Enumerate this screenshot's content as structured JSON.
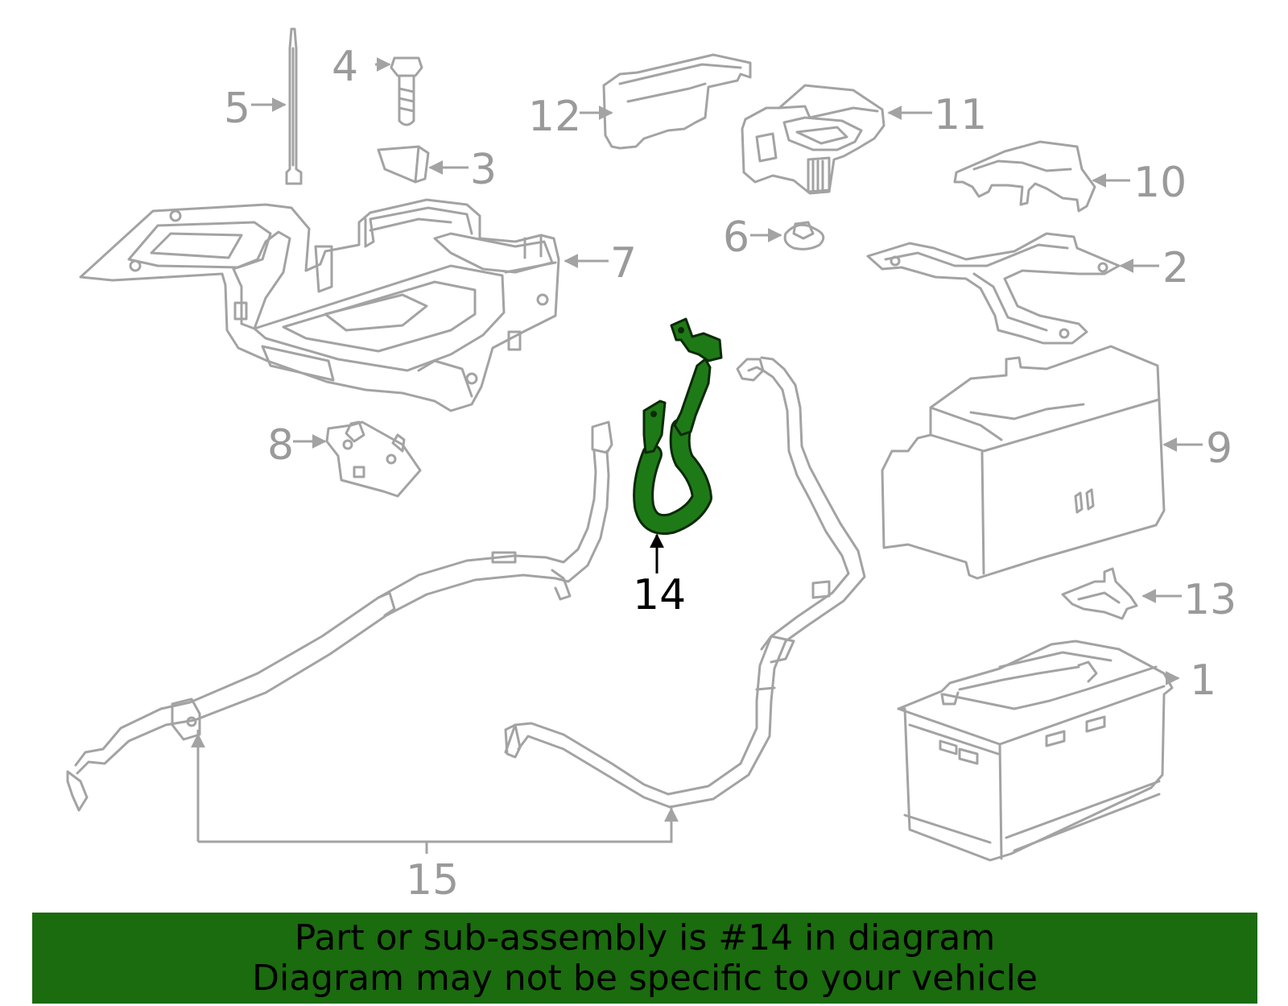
{
  "diagram": {
    "highlighted_part": "14",
    "colors": {
      "highlight": "#1e7a16",
      "part_outline": "#a3a3a3",
      "label": "#9a9a9a",
      "banner": "#1b6b0f"
    },
    "callouts": [
      {
        "id": "c1",
        "label": "1"
      },
      {
        "id": "c2",
        "label": "2"
      },
      {
        "id": "c3",
        "label": "3"
      },
      {
        "id": "c4",
        "label": "4"
      },
      {
        "id": "c5",
        "label": "5"
      },
      {
        "id": "c6",
        "label": "6"
      },
      {
        "id": "c7",
        "label": "7"
      },
      {
        "id": "c8",
        "label": "8"
      },
      {
        "id": "c9",
        "label": "9"
      },
      {
        "id": "c10",
        "label": "10"
      },
      {
        "id": "c11",
        "label": "11"
      },
      {
        "id": "c12",
        "label": "12"
      },
      {
        "id": "c13",
        "label": "13"
      },
      {
        "id": "c14",
        "label": "14"
      },
      {
        "id": "c15",
        "label": "15"
      }
    ]
  },
  "banner": {
    "line1": "Part or sub-assembly is #14 in diagram",
    "line2": "Diagram may not be specific to your vehicle"
  }
}
